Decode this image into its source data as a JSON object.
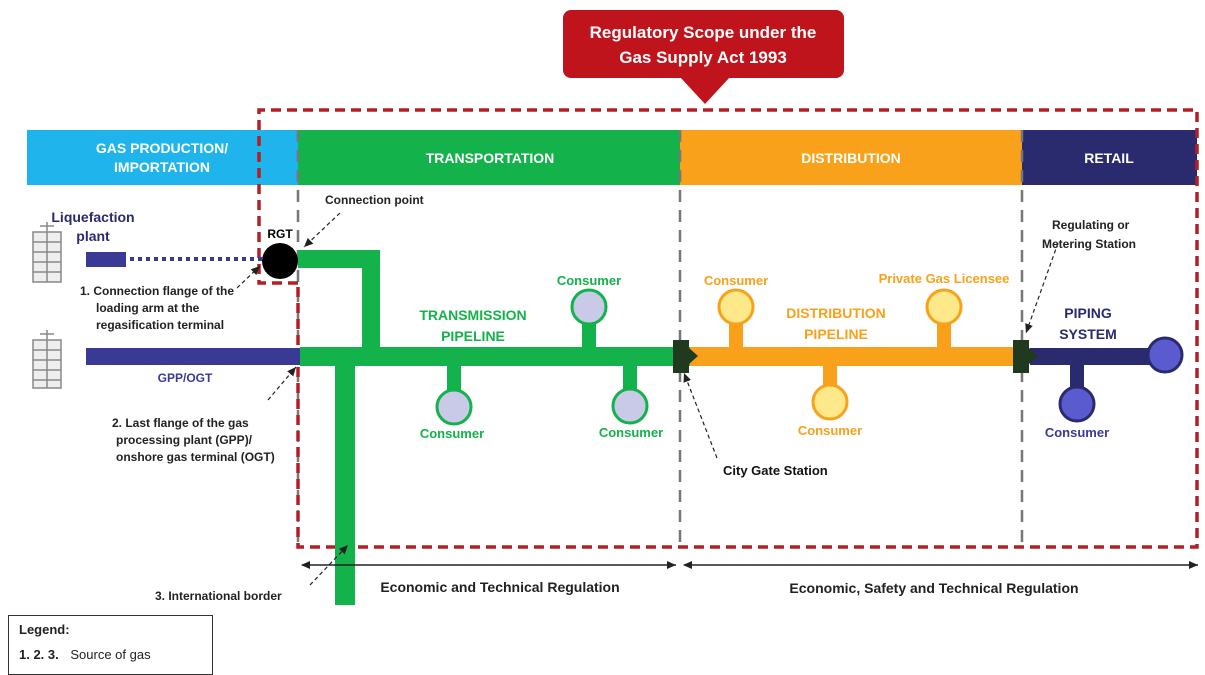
{
  "callout": {
    "line1": "Regulatory Scope under the",
    "line2": "Gas Supply Act 1993"
  },
  "headers": {
    "production_line1": "GAS PRODUCTION/",
    "production_line2": "IMPORTATION",
    "transportation": "TRANSPORTATION",
    "distribution": "DISTRIBUTION",
    "retail": "RETAIL"
  },
  "colors": {
    "callout": "#c0141c",
    "production": "#1fb4ec",
    "transportation": "#13b24a",
    "distribution": "#f9a11b",
    "retail": "#2a2a6e",
    "gpp_line": "#3a3a96",
    "scope_border": "#b51f24",
    "consumer_green": "#c9c9e8",
    "consumer_orange": "#fde98a",
    "consumer_blue": "#5b5bd0"
  },
  "labels": {
    "liquefaction_line1": "Liquefaction",
    "liquefaction_line2": "plant",
    "rgt": "RGT",
    "connection_point": "Connection point",
    "note1_line1": "1. Connection flange of the",
    "note1_line2": "loading arm at the",
    "note1_line3": "regasification terminal",
    "gpp_ogt": "GPP/OGT",
    "note2_line1": "2. Last flange of the gas",
    "note2_line2": "processing plant (GPP)/",
    "note2_line3": "onshore gas terminal (OGT)",
    "note3": "3. International border",
    "transmission_line1": "TRANSMISSION",
    "transmission_line2": "PIPELINE",
    "distribution_line1": "DISTRIBUTION",
    "distribution_line2": "PIPELINE",
    "piping_line1": "PIPING",
    "piping_line2": "SYSTEM",
    "consumer": "Consumer",
    "private_licensee": "Private Gas Licensee",
    "regulating_line1": "Regulating or",
    "regulating_line2": "Metering Station",
    "city_gate": "City Gate Station",
    "econ_tech": "Economic and Technical Regulation",
    "econ_safety_tech": "Economic, Safety and Technical Regulation"
  },
  "legend": {
    "title": "Legend:",
    "numbers": "1. 2. 3.",
    "source": "Source of gas"
  }
}
